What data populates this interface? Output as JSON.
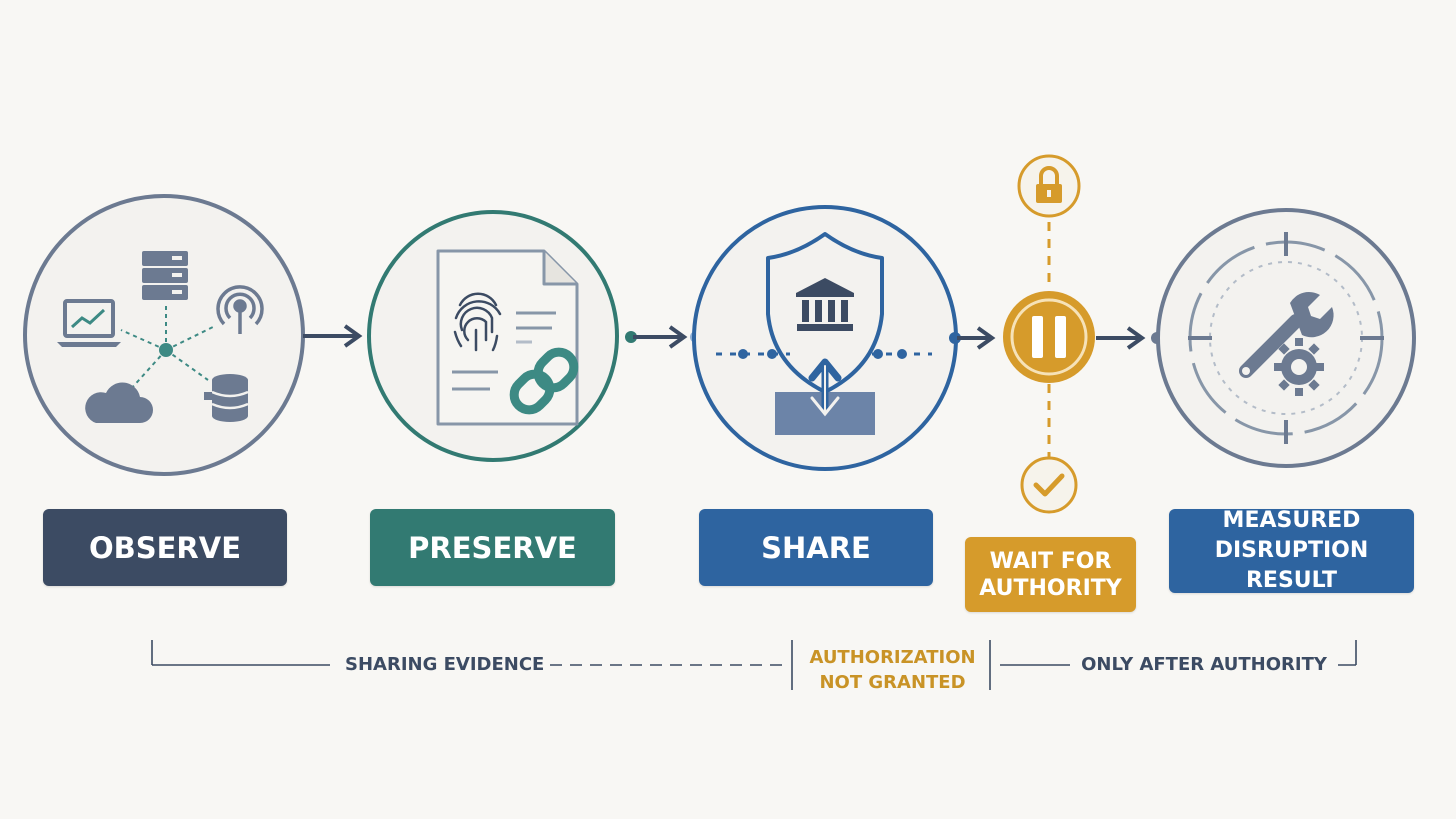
{
  "stages": [
    {
      "id": "observe",
      "label": "OBSERVE",
      "color": "#3c4b63"
    },
    {
      "id": "preserve",
      "label": "PRESERVE",
      "color": "#327a72"
    },
    {
      "id": "share",
      "label": "SHARE",
      "color": "#2e64a0"
    },
    {
      "id": "wait",
      "label_lines": [
        "WAIT FOR",
        "AUTHORITY"
      ],
      "color": "#d69b2b"
    },
    {
      "id": "measured",
      "label_lines": [
        "MEASURED",
        "DISRUPTION RESULT"
      ],
      "color": "#2e64a0"
    }
  ],
  "bottom_band": {
    "sharing_evidence": "SHARING EVIDENCE",
    "authorization_lines": [
      "AUTHORIZATION",
      "NOT GRANTED"
    ],
    "only_after_authority": "ONLY AFTER AUTHORITY"
  },
  "icons": {
    "observe": [
      "laptop-chart-icon",
      "server-icon",
      "wifi-antenna-icon",
      "cloud-icon",
      "database-icon",
      "network-hub-icon"
    ],
    "preserve": [
      "document-icon",
      "fingerprint-icon",
      "chain-link-icon"
    ],
    "share": [
      "shield-icon",
      "bank-building-icon",
      "upload-arrow-icon",
      "inbox-tray-icon"
    ],
    "wait": [
      "lock-icon",
      "pause-icon",
      "checkmark-icon"
    ],
    "measured": [
      "crosshair-icon",
      "wrench-icon",
      "gear-icon"
    ]
  },
  "colors": {
    "slate": "#3c4b63",
    "teal": "#327a72",
    "blue": "#2e64a0",
    "gold": "#d69b2b",
    "background": "#f8f7f4"
  }
}
